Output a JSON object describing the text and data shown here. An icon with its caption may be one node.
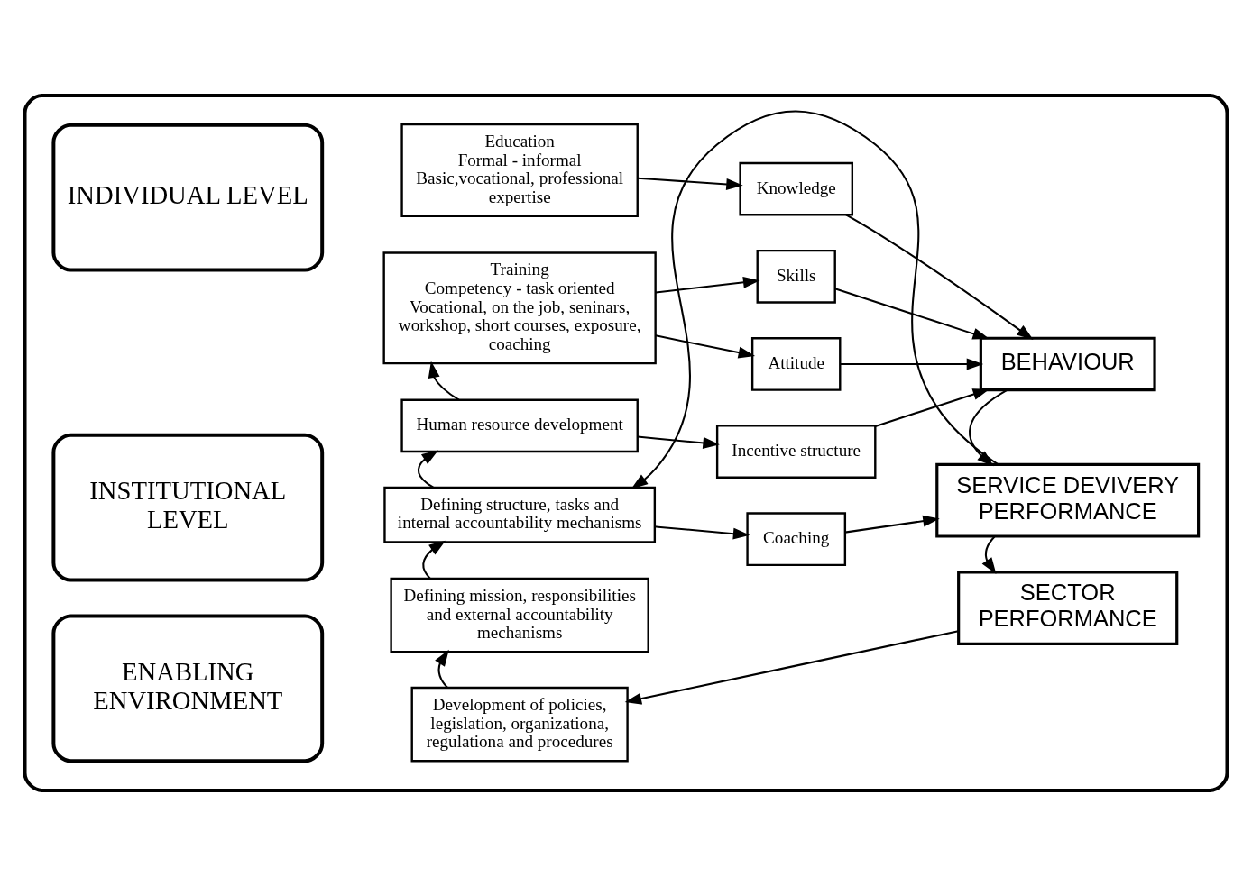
{
  "diagram": {
    "nodes": [
      {
        "text": [],
        "shape": "box"
      },
      {
        "text": [
          "INDIVIDUAL LEVEL"
        ],
        "in": 0
      },
      {
        "text": [
          "INSTITUTIONAL LEVEL"
        ],
        "in": 0
      },
      {
        "text": [
          "ENABLING ENVIRONMENT"
        ],
        "in": 0
      },
      {
        "text": [
          "Education",
          "Formal - informal",
          "Basic,vocational, professional expertise"
        ],
        "in": 0
      },
      {
        "text": [
          "Knowledge"
        ],
        "in": 0
      },
      {
        "text": [
          "Training",
          "Competency - task oriented",
          "Vocational, on the job, seninars, workshop, short courses, exposure, coaching"
        ],
        "in": 0
      },
      {
        "text": [
          "Skills"
        ],
        "in": 0
      },
      {
        "text": [
          "Attitude"
        ],
        "in": 0
      },
      {
        "text": [
          "Human resource development"
        ],
        "in": 0
      },
      {
        "text": [
          "Incentive structure"
        ],
        "in": 0
      },
      {
        "text": [
          "BEHAVIOUR"
        ],
        "in": 0
      },
      {
        "text": [
          "Defining structure, tasks and internal accountability mechanisms"
        ],
        "in": 0
      },
      {
        "text": [
          "Coaching"
        ],
        "in": 0
      },
      {
        "text": [
          "SERVICE DEVIVERY PERFORMANCE"
        ],
        "in": 0
      },
      {
        "text": [
          "Defining mission, responsibilities and external accountability mechanisms"
        ],
        "in": 0
      },
      {
        "text": [
          "Development of policies, legislation, organizationa, regulationa and procedures"
        ],
        "in": 0
      },
      {
        "text": [
          "SECTOR PERFORMANCE"
        ],
        "in": 0
      }
    ],
    "edges": [
      {
        "from": 4,
        "to": 5,
        "arrow": "to"
      },
      {
        "from": 6,
        "to": 7,
        "arrow": "to"
      },
      {
        "from": 6,
        "to": 8,
        "arrow": "to"
      },
      {
        "from": 9,
        "to": 6,
        "arrow": "to"
      },
      {
        "from": 9,
        "to": 10,
        "arrow": "to"
      },
      {
        "from": 5,
        "to": 11,
        "arrow": "to"
      },
      {
        "from": 7,
        "to": 11,
        "arrow": "to"
      },
      {
        "from": 8,
        "to": 11,
        "arrow": "to"
      },
      {
        "from": 10,
        "to": 11,
        "arrow": "to"
      },
      {
        "from": 12,
        "to": 9,
        "arrow": "to"
      },
      {
        "from": 12,
        "to": 13,
        "arrow": "to"
      },
      {
        "from": 11,
        "to": 14,
        "arrow": "to"
      },
      {
        "from": 13,
        "to": 14,
        "arrow": "to"
      },
      {
        "from": 14,
        "to": 12,
        "arrow": "to"
      },
      {
        "from": 15,
        "to": 12,
        "arrow": "to"
      },
      {
        "from": 16,
        "to": 15,
        "arrow": "to"
      },
      {
        "from": 14,
        "to": 17,
        "arrow": "to"
      },
      {
        "from": 17,
        "to": 16,
        "arrow": "to"
      }
    ]
  }
}
